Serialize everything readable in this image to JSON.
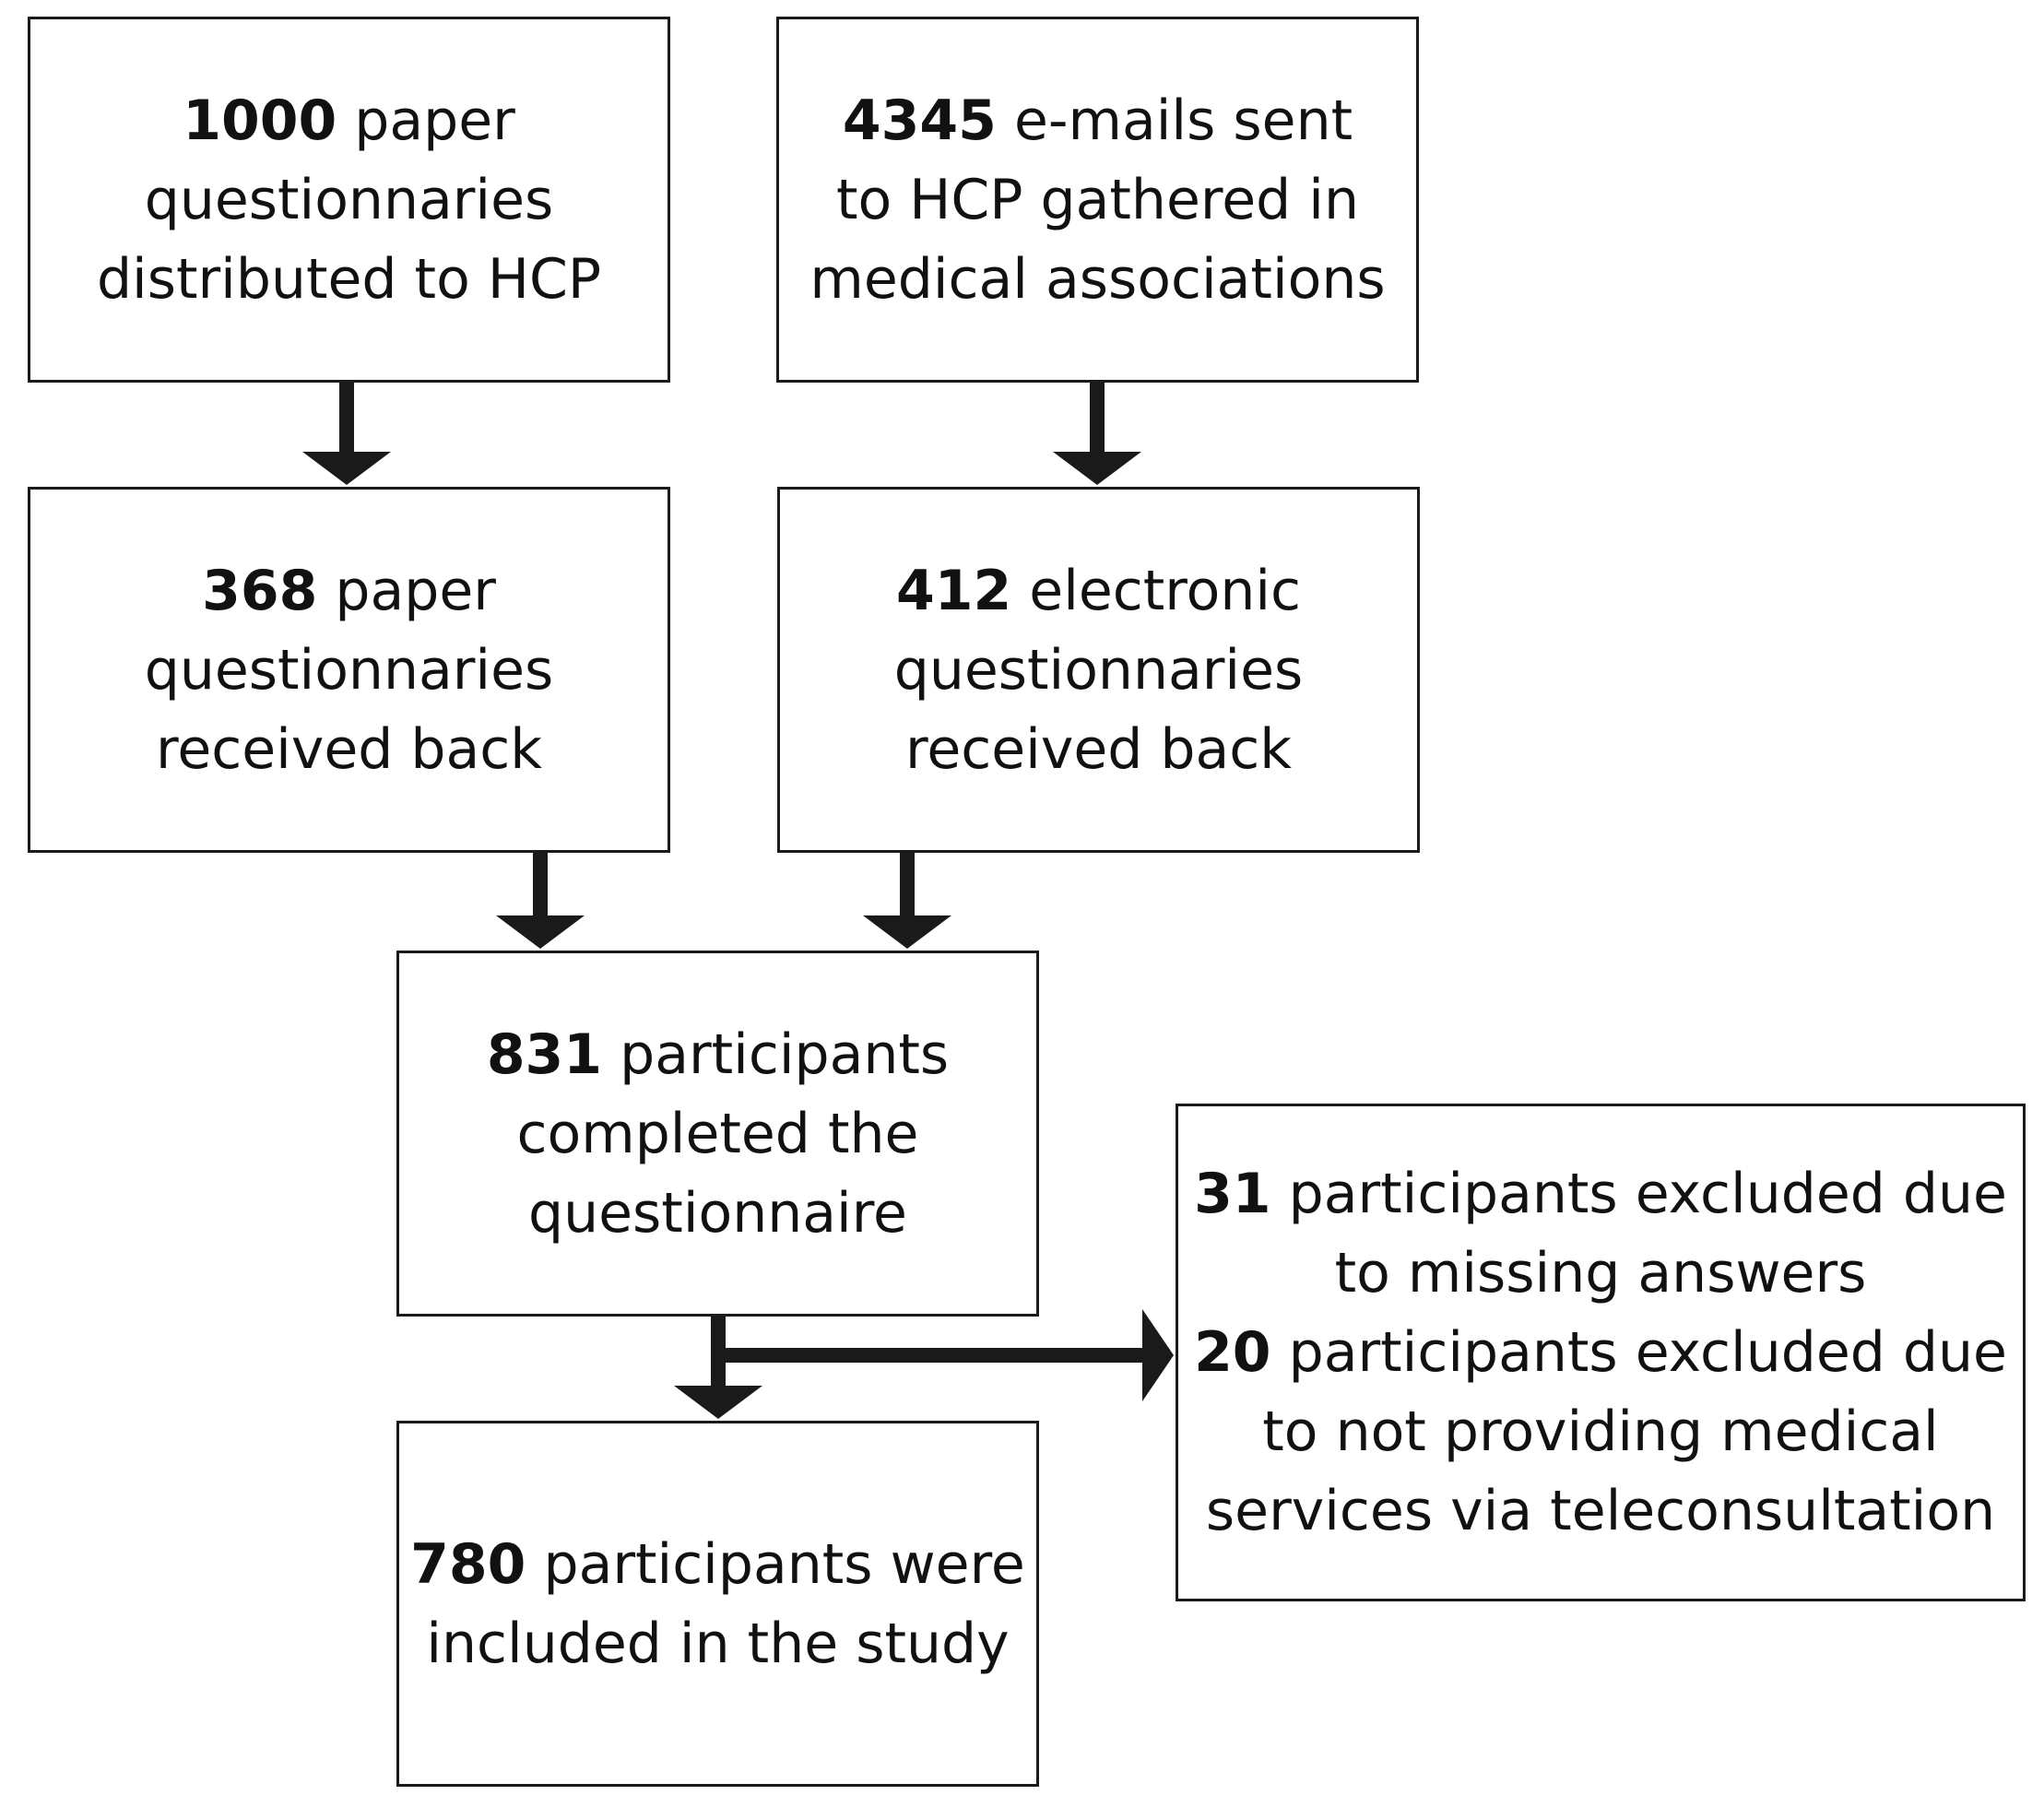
{
  "boxes": {
    "paper_distributed": {
      "number": "1000",
      "line1_rest": " paper",
      "line2": "questionnaries",
      "line3": "distributed to HCP"
    },
    "emails_sent": {
      "number": "4345",
      "line1_rest": " e-mails sent",
      "line2": "to HCP gathered in",
      "line3": "medical associations"
    },
    "paper_received": {
      "number": "368",
      "line1_rest": " paper",
      "line2": "questionnaries",
      "line3": "received back"
    },
    "electronic_received": {
      "number": "412",
      "line1_rest": " electronic",
      "line2": "questionnaries",
      "line3": "received back"
    },
    "completed": {
      "number": "831",
      "line1_rest": " participants",
      "line2": "completed the",
      "line3": "questionnaire"
    },
    "excluded": {
      "missing": {
        "number": "31",
        "line1_rest": " participants excluded due",
        "line2": "to missing answers"
      },
      "no_teleconsultation": {
        "number": "20",
        "line1_rest": " participants excluded due",
        "line2": "to not providing medical",
        "line3": "services via teleconsultation"
      }
    },
    "included": {
      "number": "780",
      "line1_rest": " participants were",
      "line2": "included in the study"
    }
  }
}
